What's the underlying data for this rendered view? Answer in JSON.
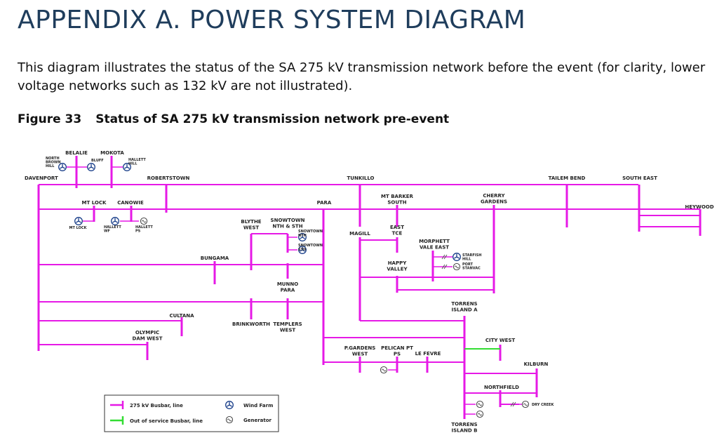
{
  "page": {
    "title": "APPENDIX A. POWER SYSTEM DIAGRAM",
    "intro": "This diagram illustrates the status of the SA 275 kV transmission network before the event (for clarity, lower voltage networks such as 132 kV are not illustrated).",
    "figure_number": "Figure 33",
    "figure_title": "Status of SA 275 kV transmission network pre-event"
  },
  "colors": {
    "in_service": "#e619e6",
    "out_of_service": "#33dd33",
    "symbol": "#1a3f8a",
    "text": "#222222"
  },
  "labels": {
    "belalie": "BELALIE",
    "mokota": "MOKOTA",
    "north_brown_hill": [
      "NORTH",
      "BROWN",
      "HILL"
    ],
    "bluff": "BLUFF",
    "hallett_hill": [
      "HALLETT",
      "HILL"
    ],
    "davenport": "DAVENPORT",
    "robertstown": "ROBERTSTOWN",
    "tunkillo": "TUNKILLO",
    "tailem_bend": "TAILEM BEND",
    "south_east": "SOUTH EAST",
    "heywood": "HEYWOOD",
    "mt_lock": "MT LOCK",
    "canowie": "CANOWIE",
    "mt_lock_wf": "MT LOCK",
    "hallett_wf": [
      "HALLETT",
      "WF"
    ],
    "hallett_ps": [
      "HALLETT",
      "PS"
    ],
    "para": "PARA",
    "mt_barker_south": [
      "MT BARKER",
      "SOUTH"
    ],
    "cherry_gardens": [
      "CHERRY",
      "GARDENS"
    ],
    "blythe_west": [
      "BLYTHE",
      "WEST"
    ],
    "snowtown_nth_sth": [
      "SNOWTOWN",
      "NTH & STH"
    ],
    "snowtown_nth": [
      "SNOWTOWN",
      "NTH"
    ],
    "snowtown_sth": [
      "SNOWTOWN",
      "STH"
    ],
    "magill": "MAGILL",
    "east_tce": [
      "EAST",
      "TCE"
    ],
    "morphett_vale_east": [
      "MORPHETT",
      "VALE EAST"
    ],
    "starfish_hill": [
      "STARFISH",
      "HILL"
    ],
    "port_stanvac": [
      "PORT",
      "STANVAC"
    ],
    "bungama": "BUNGAMA",
    "happy_valley": [
      "HAPPY",
      "VALLEY"
    ],
    "munno_para": [
      "MUNNO",
      "PARA"
    ],
    "torrens_island_a": [
      "TORRENS",
      "ISLAND A"
    ],
    "cultana": "CULTANA",
    "brinkworth": "BRINKWORTH",
    "templers_west": [
      "TEMPLERS",
      "WEST"
    ],
    "olympic_dam_west": [
      "OLYMPIC",
      "DAM WEST"
    ],
    "city_west": "CITY WEST",
    "p_gardens_west": [
      "P.GARDENS",
      "WEST"
    ],
    "pelican_pt_ps": [
      "PELICAN PT",
      "PS"
    ],
    "le_fevre": "LE FEVRE",
    "kilburn": "KILBURN",
    "northfield": "NORTHFIELD",
    "dry_creek": "DRY CREEK",
    "torrens_island_b": [
      "TORRENS",
      "ISLAND B"
    ]
  },
  "legend": {
    "busbar": "275 kV Busbar, line",
    "out_of_service": "Out of service Busbar, line",
    "wind_farm": "Wind Farm",
    "generator": "Generator"
  }
}
